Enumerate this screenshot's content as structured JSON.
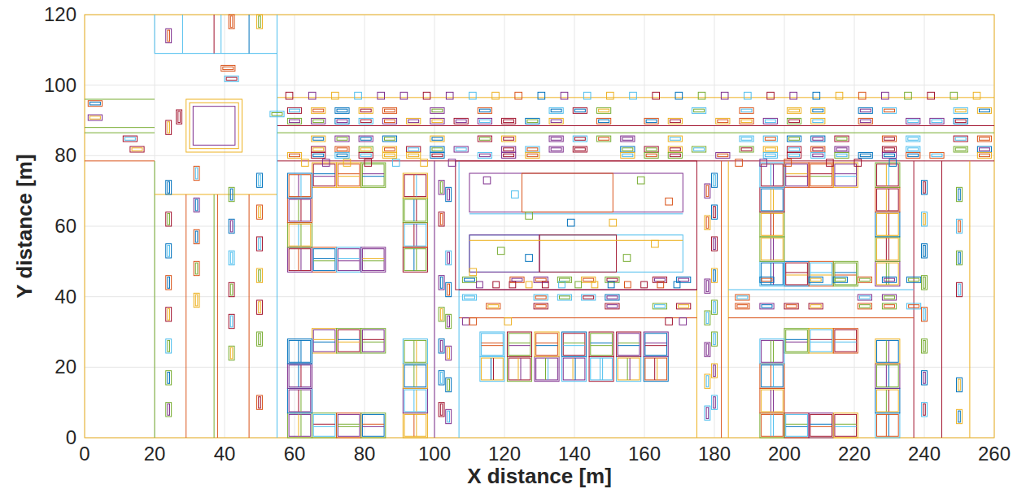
{
  "diagram": {
    "labels": [
      "0",
      "20",
      "40",
      "60",
      "80",
      "100",
      "120",
      "140",
      "160",
      "180",
      "200",
      "220",
      "240",
      "260",
      "0",
      "20",
      "40",
      "60",
      "80",
      "100",
      "120",
      "X distance [m]",
      "Y distance [m]"
    ]
  }
}
